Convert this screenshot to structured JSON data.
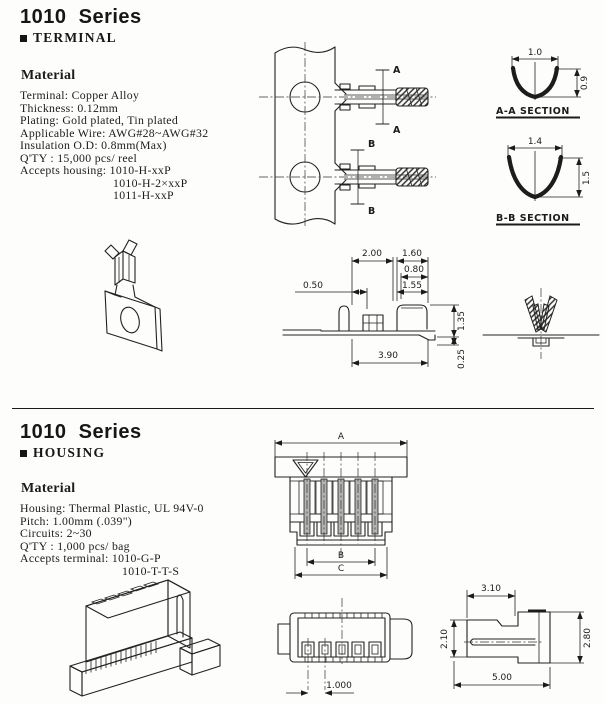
{
  "terminal_section": {
    "title": "1010  Series",
    "subtitle": "TERMINAL",
    "material": {
      "heading": "Material",
      "lines": [
        "Terminal: Copper Alloy",
        "Thickness: 0.12mm",
        "Plating: Gold plated, Tin plated",
        "Applicable Wire: AWG#28~AWG#32",
        "Insulation O.D: 0.8mm(Max)",
        "Q'TY : 15,000 pcs/ reel",
        "Accepts housing: 1010-H-xxP"
      ],
      "accepts_continuation": [
        "1010-H-2×xxP",
        "1011-H-xxP"
      ]
    },
    "drawings": {
      "carrier_strip": {
        "section_a": "A",
        "section_b": "B"
      },
      "section_aa": {
        "label": "A-A SECTION",
        "width": "1.0",
        "height": "0.9"
      },
      "section_bb": {
        "label": "B-B SECTION",
        "width": "1.4",
        "height": "1.5"
      },
      "crimp_side_view": {
        "dim_top_left": "2.00",
        "dim_top_right": "1.60",
        "dim_0_80": "0.80",
        "dim_0_50": "0.50",
        "dim_1_55": "1.55",
        "dim_height": "1.35",
        "dim_total": "3.90",
        "dim_base": "0.25"
      }
    }
  },
  "housing_section": {
    "title": "1010  Series",
    "subtitle": "HOUSING",
    "material": {
      "heading": "Material",
      "lines": [
        "Housing: Thermal Plastic, UL 94V-0",
        "Pitch: 1.00mm (.039\")",
        "Circuits: 2~30",
        "Q'TY : 1,000 pcs/ bag",
        "Accepts terminal: 1010-G-P"
      ],
      "accepts_continuation": [
        "1010-T-T-S"
      ]
    },
    "drawings": {
      "front_view": {
        "dim_a": "A",
        "dim_b": "B",
        "dim_c": "C"
      },
      "bottom_view": {
        "pitch": "1.000"
      },
      "side_view": {
        "dim_width_top": "3.10",
        "dim_height_left": "2.10",
        "dim_height_right": "2.80",
        "dim_width_total": "5.00"
      }
    }
  },
  "colors": {
    "ink": "#1b1b1b",
    "paper": "#fdfdfb",
    "contact_gray": "#b3b3b3"
  }
}
